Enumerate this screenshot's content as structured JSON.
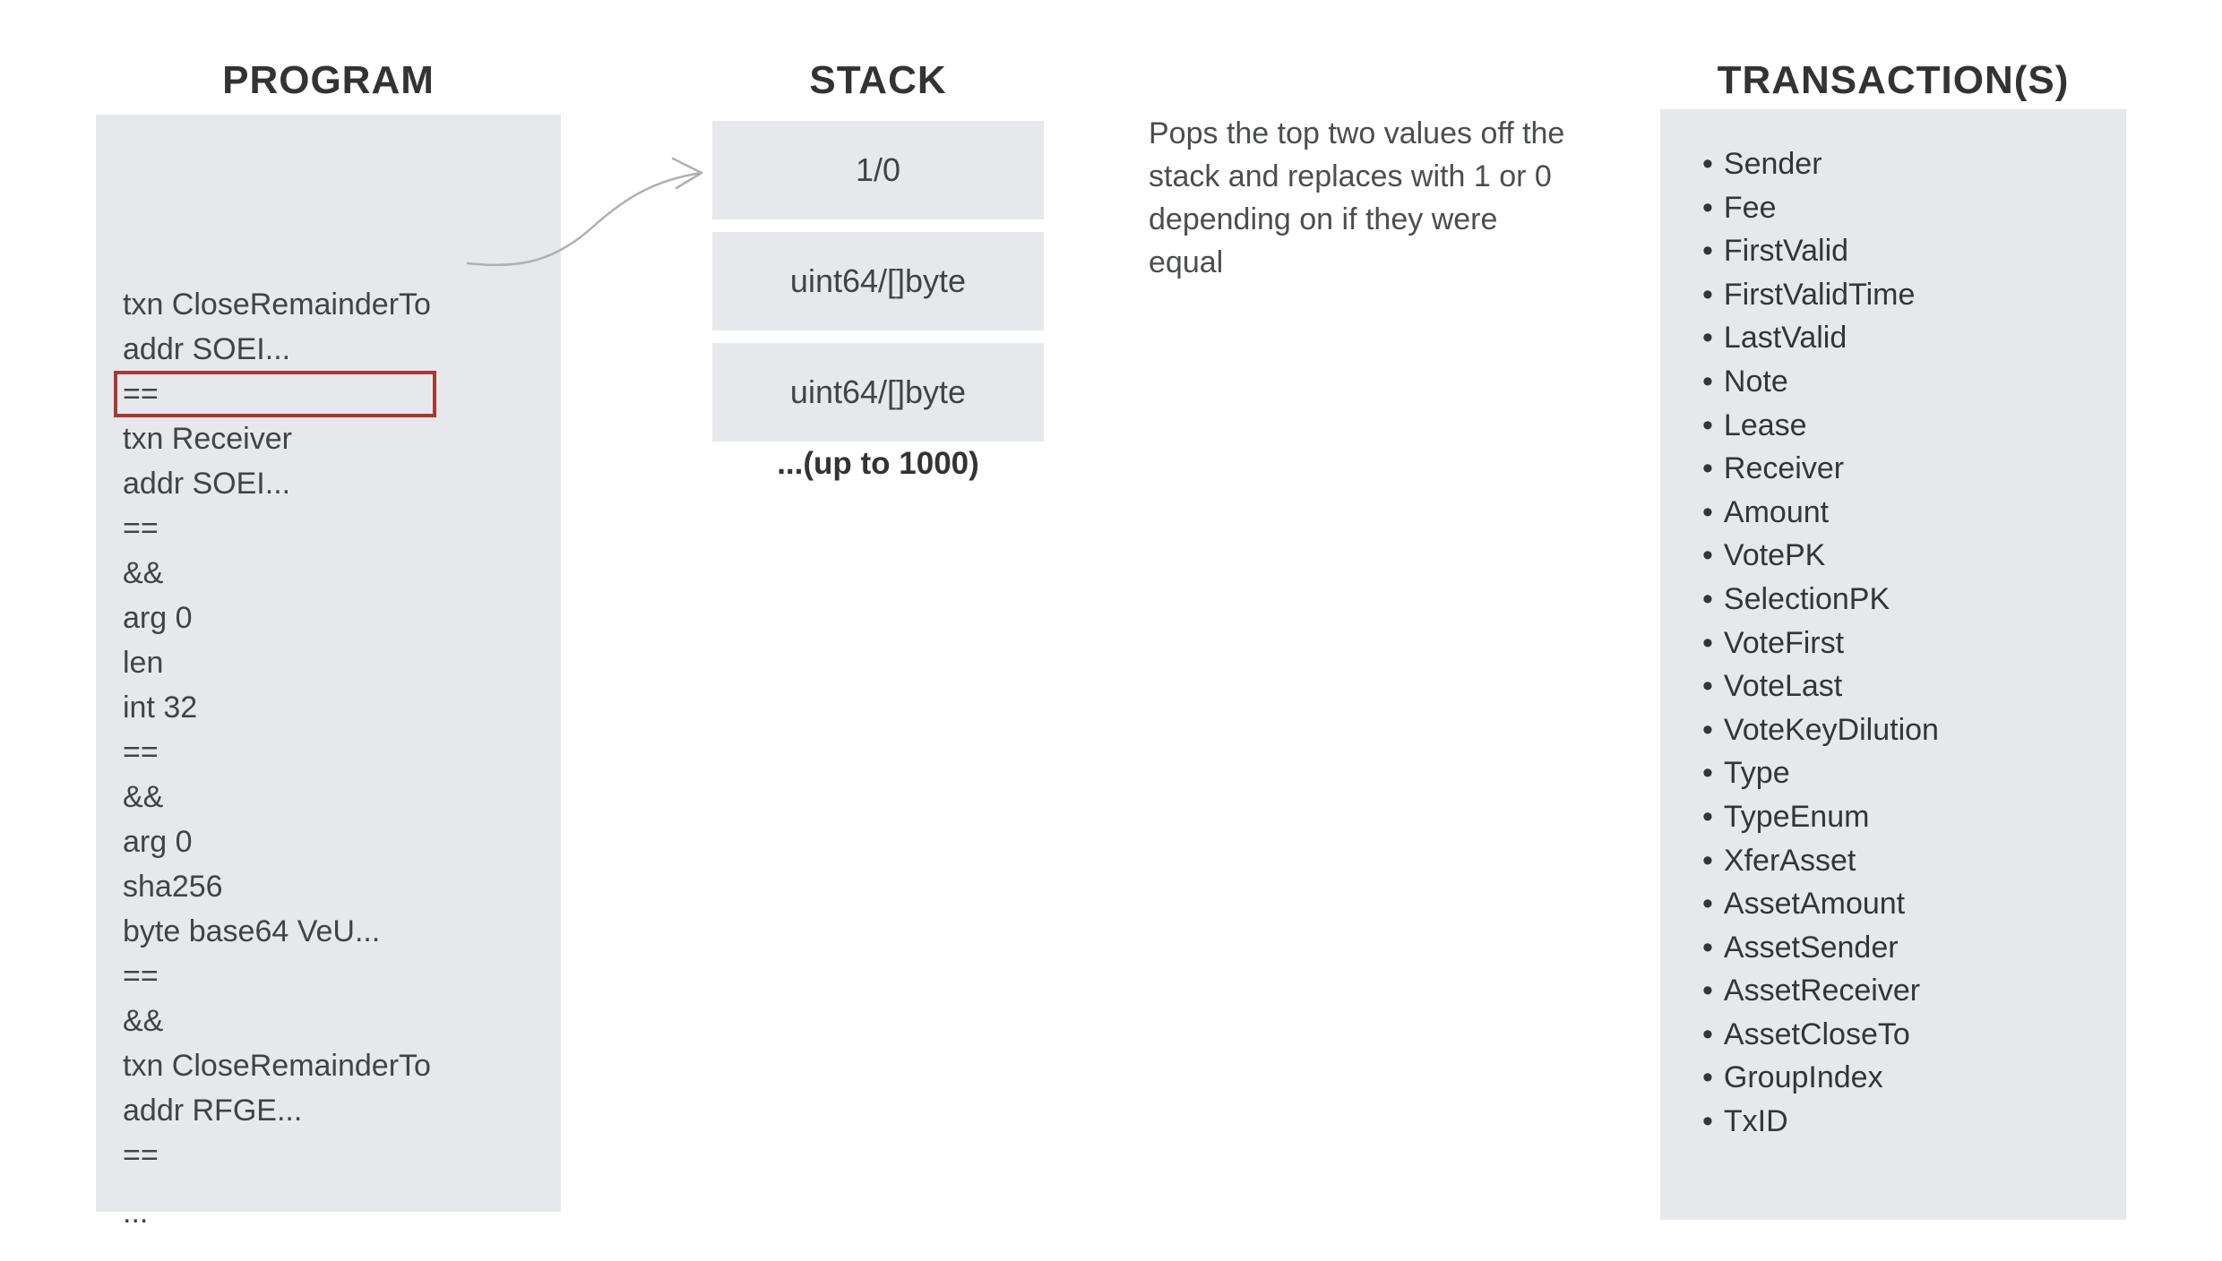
{
  "titles": {
    "program": "PROGRAM",
    "stack": "STACK",
    "transactions": "TRANSACTION(S)"
  },
  "program": {
    "lines": [
      "txn CloseRemainderTo",
      "addr SOEI...",
      "==",
      "txn Receiver",
      "addr SOEI...",
      "==",
      "&&",
      "arg 0",
      "len",
      "int 32",
      "==",
      "&&",
      "arg 0",
      "sha256",
      "byte base64 VeU...",
      "==",
      "&&",
      "txn CloseRemainderTo",
      "addr RFGE...",
      "==",
      "..."
    ],
    "highlighted_line_index": 2
  },
  "stack": {
    "boxes": [
      "1/0",
      "uint64/[]byte",
      "uint64/[]byte"
    ],
    "overflow_note": "...(up to 1000)"
  },
  "description": {
    "lines": [
      "Pops the top two values off the",
      "stack and replaces with 1 or 0",
      "depending on if they were equal"
    ]
  },
  "transactions": {
    "fields": [
      "Sender",
      "Fee",
      "FirstValid",
      "FirstValidTime",
      "LastValid",
      "Note",
      "Lease",
      "Receiver",
      "Amount",
      "VotePK",
      "SelectionPK",
      "VoteFirst",
      "VoteLast",
      "VoteKeyDilution",
      "Type",
      "TypeEnum",
      "XferAsset",
      "AssetAmount",
      "AssetSender",
      "AssetReceiver",
      "AssetCloseTo",
      "GroupIndex",
      "TxID"
    ]
  },
  "colors": {
    "background": "#ffffff",
    "panel_bg": "#e7e8eb",
    "title_text": "#323335",
    "code_text": "#414346",
    "description_text": "#4b4d4f",
    "list_text": "#333538",
    "highlight_border": "#a93834",
    "arrow": "#b0b0b0"
  }
}
